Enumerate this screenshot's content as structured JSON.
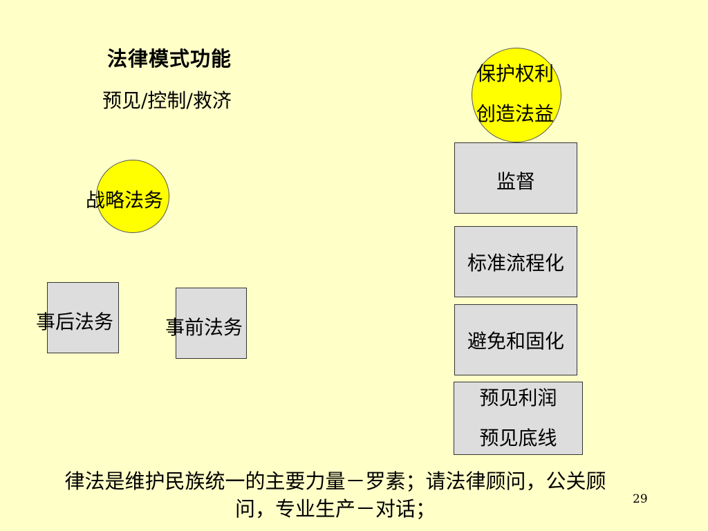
{
  "title": "法律模式功能",
  "subtitle": "预见/控制/救济",
  "strategy": {
    "label": "战略法务"
  },
  "after": {
    "label": "事后法务"
  },
  "before": {
    "label": "事前法务"
  },
  "top_circle": {
    "line1": "保护权利",
    "line2": "创造法益"
  },
  "stack": {
    "supervise": "监督",
    "standardize": "标准流程化",
    "avoid": "避免和固化",
    "forecast_line1": "预见利润",
    "forecast_line2": "预见底线"
  },
  "footer": {
    "line1": "律法是维护民族统一的主要力量－罗素；请法律顾问，公关顾",
    "line2": "问，专业生产－对话；"
  },
  "page_number": "29",
  "colors": {
    "background": "#ffffc8",
    "circle": "#ffff00",
    "box": "#dddddd"
  }
}
